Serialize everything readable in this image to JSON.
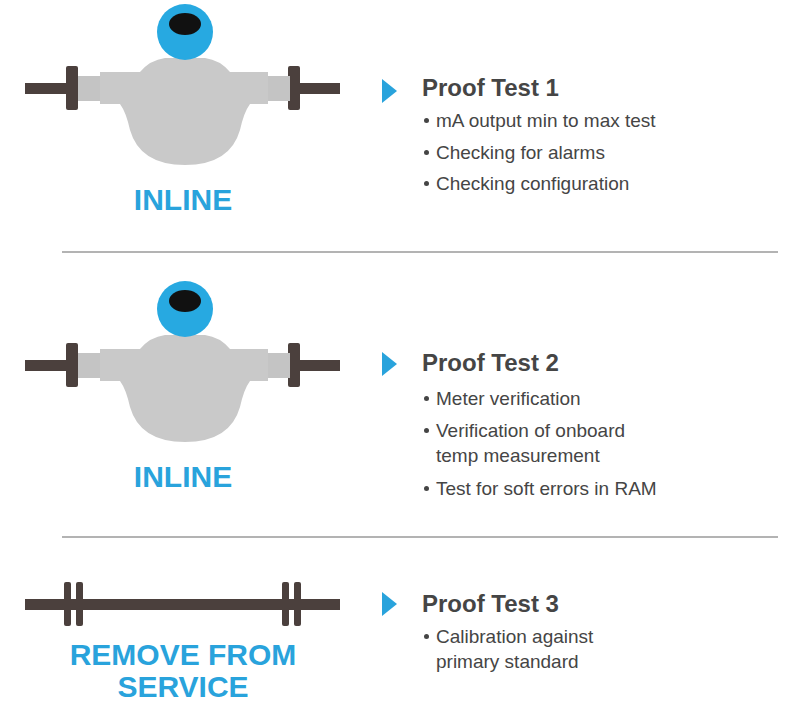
{
  "diagram": {
    "labels": [
      "INLINE",
      "Proof Test 1",
      "mA output min to max test",
      "Checking for alarms",
      "Checking configuration",
      "INLINE",
      "Proof Test 2",
      "Meter verification",
      "Verification of onboard temp measurement",
      "Test for soft errors in RAM",
      "REMOVE FROM SERVICE",
      "Proof Test 3",
      "Calibration against primary standard"
    ]
  }
}
